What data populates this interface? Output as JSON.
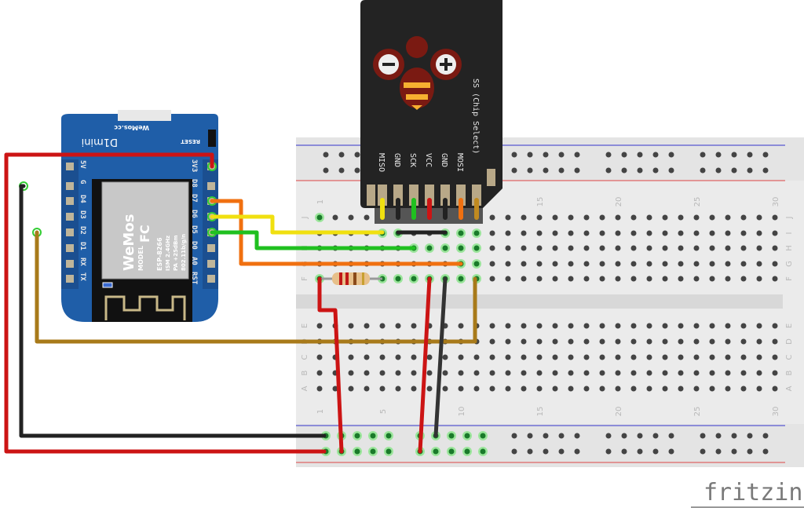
{
  "board": {
    "brand": "WeMos.cc",
    "model": "D1mini",
    "reset_label": "RESET",
    "left_pins": [
      "5V",
      "G",
      "D4",
      "D3",
      "D2",
      "D1",
      "RX",
      "TX"
    ],
    "right_pins": [
      "3V3",
      "D8",
      "D7",
      "D6",
      "D5",
      "D0",
      "A0",
      "RST"
    ],
    "module": {
      "logo": "WeMos",
      "chip": "ESP-8266",
      "lines": [
        "ISM 2.4GHz",
        "PA +25dBm",
        "802.11b/g/n"
      ],
      "model": "MODEL",
      "fcc": "FC"
    }
  },
  "sd_card": {
    "pins": [
      "MISO",
      "GND",
      "SCK",
      "VCC",
      "GND",
      "MOSI",
      "SS (Chip Select)"
    ]
  },
  "breadboard": {
    "column_numbers": [
      "1",
      "5",
      "10",
      "15",
      "20",
      "25",
      "30"
    ],
    "rows_top": [
      "J",
      "I",
      "H",
      "G",
      "F"
    ],
    "rows_bottom": [
      "E",
      "D",
      "C",
      "B",
      "A"
    ]
  },
  "connections": [
    {
      "from": "3V3",
      "to": "bottom + rail",
      "color": "#cc1414"
    },
    {
      "from": "G",
      "to": "bottom - rail",
      "color": "#222222"
    },
    {
      "from": "D2",
      "to": "F11 (SS)",
      "color": "#a87a1a"
    },
    {
      "from": "D7",
      "to": "G10 (MOSI)",
      "color": "#f07010"
    },
    {
      "from": "D6",
      "to": "I5 (MISO)",
      "color": "#f0e010"
    },
    {
      "from": "D5",
      "to": "H7 (SCK)",
      "color": "#20c020"
    }
  ],
  "logo": "fritzing",
  "colors": {
    "board": "#1f5ea8",
    "sd_body": "#232323",
    "breadboard": "#ebebeb",
    "rail_red": "#d44",
    "rail_blue": "#33c"
  }
}
